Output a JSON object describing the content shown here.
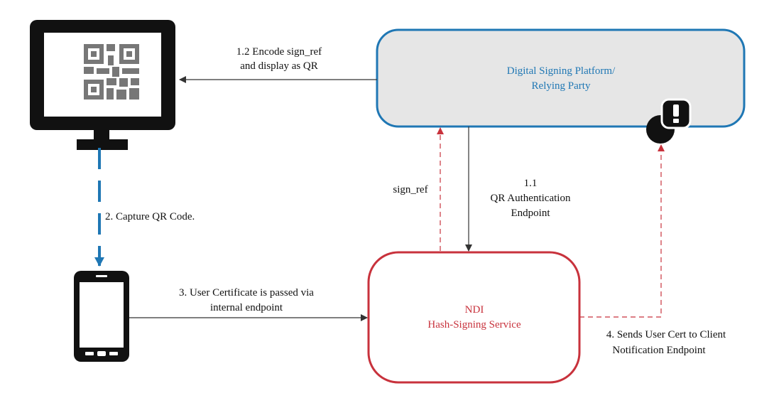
{
  "colors": {
    "platform_border": "#1f77b4",
    "platform_fill": "#e6e6e6",
    "platform_text": "#1f77b4",
    "service_border": "#c8323c",
    "service_text": "#c8323c",
    "red_arrow": "#c8323c",
    "blue_arrow": "#1f77b4",
    "black_arrow": "#333333",
    "device_fill": "#111111",
    "qr_fill": "#777777"
  },
  "platform": {
    "line1": "Digital Signing Platform/",
    "line2": "Relying Party",
    "alert_icon": "exclamation-badge-icon"
  },
  "service": {
    "line1": "NDI",
    "line2": "Hash-Signing Service"
  },
  "devices": {
    "monitor_icon": "desktop-monitor-icon",
    "qr_icon": "qr-code-icon",
    "phone_icon": "smartphone-icon"
  },
  "labels": {
    "encode_line1": "1.2 Encode sign_ref",
    "encode_line2": "and display as QR",
    "capture": "2. Capture QR Code.",
    "sign_ref": "sign_ref",
    "qr_auth_line1": "1.1",
    "qr_auth_line2": "QR Authentication",
    "qr_auth_line3": "Endpoint",
    "user_cert_line1": "3. User Certificate is passed via",
    "user_cert_line2": "internal endpoint",
    "sends_line1": "4. Sends User Cert to Client",
    "sends_line2": "Notification Endpoint"
  }
}
